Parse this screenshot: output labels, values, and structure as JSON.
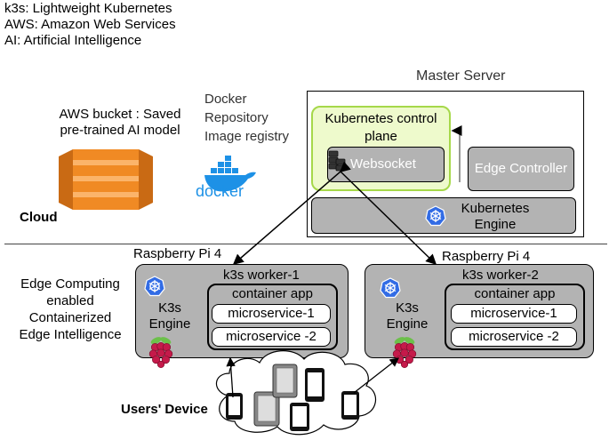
{
  "legend": {
    "k3s": "k3s: Lightweight Kubernetes",
    "aws": "AWS: Amazon Web Services",
    "ai": "AI: Artificial Intelligence"
  },
  "cloud": {
    "label": "Cloud",
    "aws_bucket_line1": "AWS bucket : Saved",
    "aws_bucket_line2": "pre-trained AI model",
    "docker_repo_line1": "Docker",
    "docker_repo_line2": "Repository",
    "docker_repo_line3": "Image registry",
    "docker_logo_text": "docker"
  },
  "master": {
    "title": "Master Server",
    "control_plane_line1": "Kubernetes control",
    "control_plane_line2": "plane",
    "websocket": "Websocket",
    "edge_controller": "Edge Controller",
    "engine_line1": "Kubernetes",
    "engine_line2": "Engine"
  },
  "edge": {
    "label_line1": "Edge Computing",
    "label_line2": "enabled",
    "label_line3": "Containerized",
    "label_line4": "Edge Intelligence",
    "pi1": {
      "title": "Raspberry Pi 4",
      "worker": "k3s worker-1",
      "engine_line1": "K3s",
      "engine_line2": "Engine",
      "container": "container app",
      "ms1": "microservice-1",
      "ms2": "microservice -2"
    },
    "pi2": {
      "title": "Raspberry Pi 4",
      "worker": "k3s worker-2",
      "engine_line1": "K3s",
      "engine_line2": "Engine",
      "container": "container app",
      "ms1": "microservice-1",
      "ms2": "microservice -2"
    }
  },
  "users": {
    "label": "Users' Device"
  },
  "colors": {
    "grey_box": "#b3b3b3",
    "control_plane_fill": "#eefacc",
    "control_plane_border": "#a6d84a",
    "aws_orange": "#f08a24",
    "docker_blue": "#1d91e6",
    "k8s_blue": "#326ce5",
    "raspberry_red": "#c51a4a",
    "raspberry_green": "#6cc04a"
  },
  "icons": [
    "aws-s3-icon",
    "docker-whale-icon",
    "kubernetes-icon",
    "raspberry-pi-icon",
    "server-icon",
    "tablet-icon",
    "smartphone-icon"
  ]
}
